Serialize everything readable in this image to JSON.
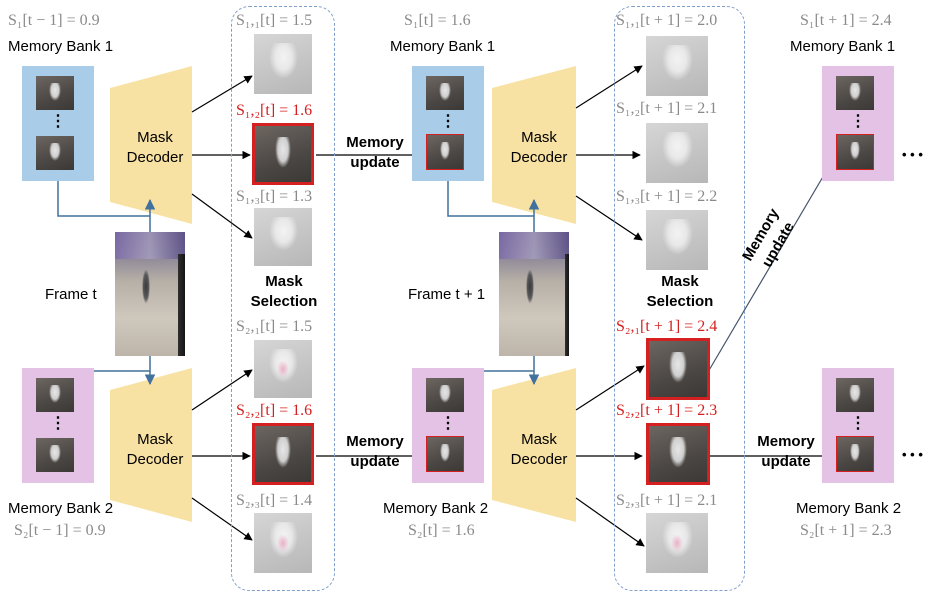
{
  "left": {
    "score_top": "S₁[t − 1] = 0.9",
    "bank_top_label": "Memory Bank 1",
    "decoder_top_label": "Mask\nDecoder",
    "frame_label": "Frame t",
    "decoder_bottom_label": "Mask\nDecoder",
    "bank_bottom_label": "Memory Bank 2",
    "score_bottom": "S₂[t − 1] = 0.9"
  },
  "sel1": {
    "s11": "S₁,₁[t] = 1.5",
    "s12": "S₁,₂[t] = 1.6",
    "s13": "S₁,₃[t] = 1.3",
    "title": "Mask\nSelection",
    "s21": "S₂,₁[t] = 1.5",
    "s22": "S₂,₂[t] = 1.6",
    "s23": "S₂,₃[t] = 1.4"
  },
  "mid": {
    "update_top": "Memory\nupdate",
    "update_bottom": "Memory\nupdate",
    "score_top": "S₁[t] = 1.6",
    "bank_top_label": "Memory Bank 1",
    "decoder_top_label": "Mask\nDecoder",
    "frame_label": "Frame t + 1",
    "decoder_bottom_label": "Mask\nDecoder",
    "bank_bottom_label": "Memory Bank 2",
    "score_bottom": "S₂[t] = 1.6"
  },
  "sel2": {
    "s11": "S₁,₁[t + 1] = 2.0",
    "s12": "S₁,₂[t + 1] = 2.1",
    "s13": "S₁,₃[t + 1] = 2.2",
    "title": "Mask\nSelection",
    "s21": "S₂,₁[t + 1] = 2.4",
    "s22": "S₂,₂[t + 1] = 2.3",
    "s23": "S₂,₃[t + 1] = 2.1"
  },
  "right": {
    "score_top": "S₁[t + 1] = 2.4",
    "bank_top_label": "Memory Bank 1",
    "update_diag": "Memory\nupdate",
    "update_bottom": "Memory\nupdate",
    "bank_bottom_label": "Memory Bank 2",
    "score_bottom": "S₂[t + 1] = 2.3",
    "ellipsis": "• • •"
  },
  "colors": {
    "bank1": "#a9cde9",
    "bank2": "#e3c2e5",
    "decoder": "#f8e2a3",
    "selected": "#d42020",
    "score_gray": "#8a8a8a",
    "dashed_border": "#7f9ecb",
    "connector": "#41719c"
  }
}
